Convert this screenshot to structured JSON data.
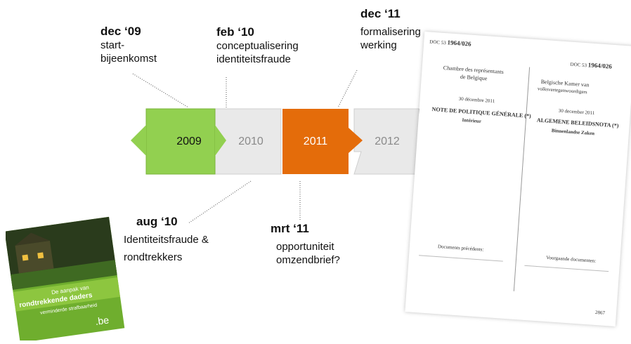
{
  "timeline": {
    "years": [
      {
        "label": "2009",
        "color": "#8cc63f"
      },
      {
        "label": "2010",
        "color": "#e6e6e6"
      },
      {
        "label": "2011",
        "color": "#e46c0a"
      },
      {
        "label": "2012",
        "color": "#e6e6e6"
      }
    ],
    "events": [
      {
        "date": "dec ‘09",
        "text1": "start-",
        "text2": "bijeenkomst"
      },
      {
        "date": "feb ‘10",
        "text1": "conceptualisering",
        "text2": "identiteitsfraude"
      },
      {
        "date": "dec ‘11",
        "text1": "formalisering",
        "text2": "werking"
      },
      {
        "date": "aug ‘10",
        "text1": "Identiteitsfraude &",
        "text2": "rondtrekkers"
      },
      {
        "date": "mrt ‘11",
        "text1": "opportuniteit",
        "text2": "omzendbrief?"
      }
    ]
  },
  "booklet": {
    "title1": "De aanpak van",
    "title2": "rondtrekkende daders",
    "subtitle": "verminderde strafbaarheid",
    "logo": ".be"
  },
  "document": {
    "doc_left": "DOC 53",
    "doc_left_num": "1964/026",
    "doc_right": "DOC 53",
    "doc_right_num": "1964/026",
    "left_chamber1": "Chambre des représentants",
    "left_chamber2": "de Belgique",
    "left_date": "30 décembre 2011",
    "left_title": "NOTE DE POLITIQUE GÉNÉRALE (*)",
    "left_sub": "Intérieur",
    "right_chamber1": "Belgische Kamer van",
    "right_chamber2": "volksvertegenwoordigers",
    "right_date": "30 december 2011",
    "right_title": "ALGEMENE BELEIDSNOTA (*)",
    "right_sub": "Binnenlandse Zaken",
    "left_docs": "Documents précédents:",
    "right_docs": "Voorgaande documenten:",
    "page_num": "2867"
  }
}
